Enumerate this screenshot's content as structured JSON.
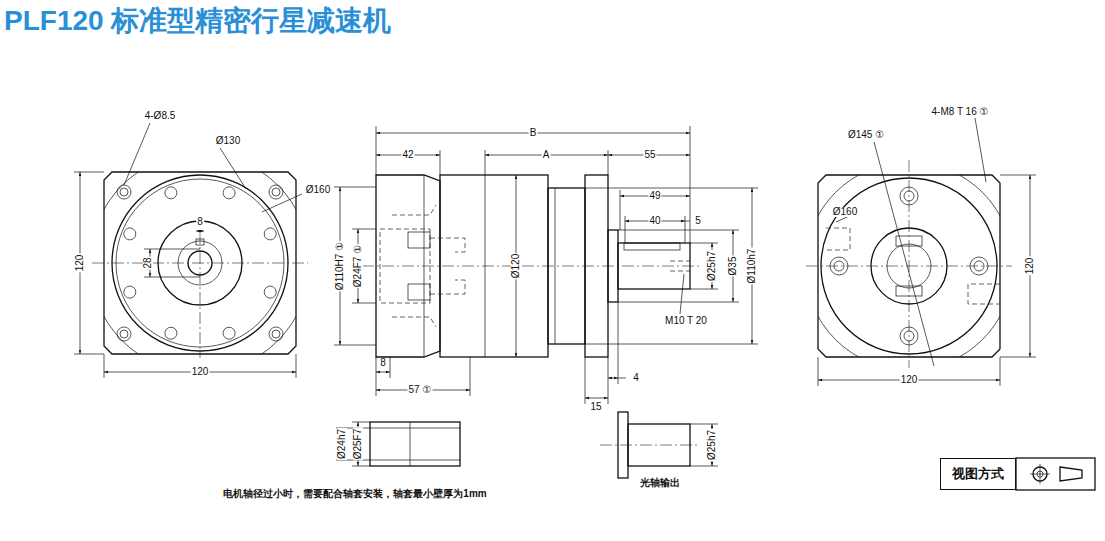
{
  "diagram": {
    "title": "PLF120 标准型精密行星减速机",
    "nodes": [
      {
        "text": [
          "视图方式"
        ]
      }
    ],
    "labels": [
      "4-Ø8.5",
      "Ø130",
      "Ø160",
      "8",
      "28",
      "120",
      "120",
      "B",
      "42",
      "A",
      "55",
      "49",
      "40",
      "5",
      "Ø110H7 ①",
      "Ø24F7 ①",
      "Ø120",
      "Ø25h7",
      "Ø35",
      "Ø110h7",
      "M10 T 20",
      "8",
      "57 ①",
      "4",
      "15",
      "4-M8 T 16 ①",
      "Ø145 ①",
      "Ø160",
      "120",
      "120",
      "Ø24h7",
      "Ø25F7",
      "Ø25h7",
      "电机轴径过小时，需要配合轴套安装，轴套最小壁厚为1mm",
      "光轴输出"
    ]
  }
}
